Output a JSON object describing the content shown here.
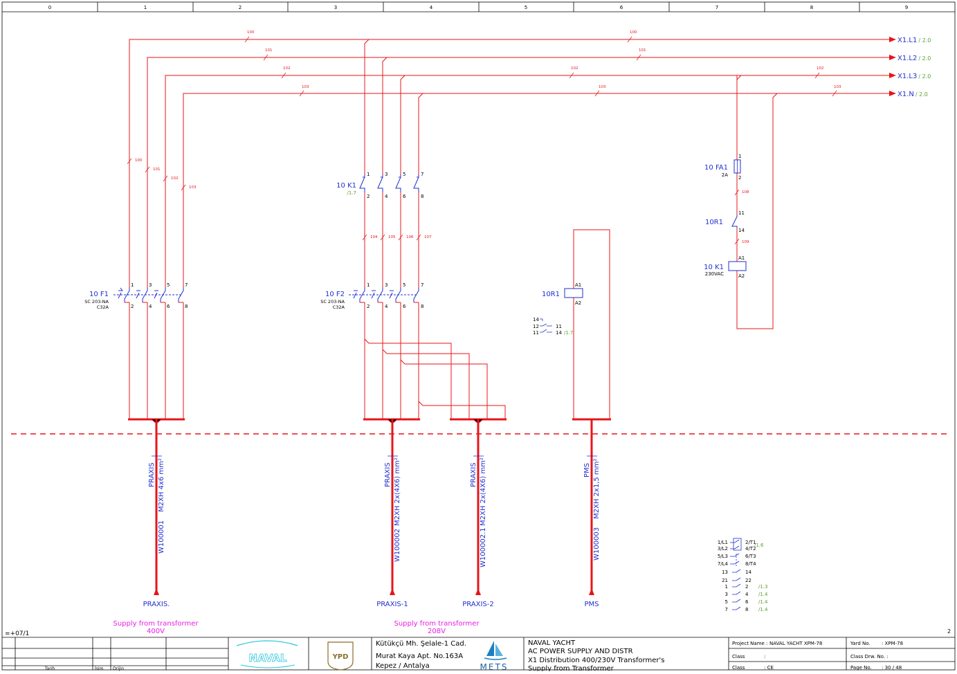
{
  "frame": {
    "columns": [
      "0",
      "1",
      "2",
      "3",
      "4",
      "5",
      "6",
      "7",
      "8",
      "9"
    ],
    "location_code": "=+07/1",
    "page_number": "2"
  },
  "bus": {
    "outputs": [
      {
        "label": "X1.L1",
        "ref": "/ 2.0"
      },
      {
        "label": "X1.L2",
        "ref": "/ 2.0"
      },
      {
        "label": "X1.L3",
        "ref": "/ 2.0"
      },
      {
        "label": "X1.N",
        "ref": "/ 2.0"
      }
    ],
    "wire_numbers": [
      "100",
      "101",
      "102",
      "103"
    ],
    "wire_numbers_k1": [
      "104",
      "105",
      "106",
      "107"
    ],
    "wire_numbers_control": [
      "108",
      "109"
    ]
  },
  "f1": {
    "label": "10 F1",
    "type": "SC 203-NA",
    "rating": "C32A",
    "pins_top": [
      "1",
      "3",
      "5",
      "7"
    ],
    "pins_bottom": [
      "2",
      "4",
      "6",
      "8"
    ]
  },
  "f2": {
    "label": "10 F2",
    "type": "SC 203-NA",
    "rating": "C32A",
    "pins_top": [
      "1",
      "3",
      "5",
      "7"
    ],
    "pins_bottom": [
      "2",
      "4",
      "6",
      "8"
    ]
  },
  "k1_main": {
    "label": "10 K1",
    "ref": "/1.7",
    "pins_top": [
      "1",
      "3",
      "5",
      "7"
    ],
    "pins_bottom": [
      "2",
      "4",
      "6",
      "8"
    ]
  },
  "r1_coil": {
    "label": "10R1",
    "a1": "A1",
    "a2": "A2",
    "contacts": [
      {
        "left": "14",
        "right": ""
      },
      {
        "left": "12",
        "right": "11"
      },
      {
        "left": "11",
        "right": "14",
        "ref": "/1.7"
      }
    ]
  },
  "fa1": {
    "label": "10 FA1",
    "rating": "2A",
    "pin_top": "1",
    "pin_bottom": "2"
  },
  "r1_contact": {
    "label": "10R1",
    "pin_top": "11",
    "pin_bottom": "14"
  },
  "k1_coil": {
    "label": "10 K1",
    "voltage": "230VAC",
    "a1": "A1",
    "a2": "A2",
    "contacts": [
      {
        "left": "1/L1",
        "right": "2/T1",
        "ref": "/1.6"
      },
      {
        "left": "3/L2",
        "right": "4/T2"
      },
      {
        "left": "5/L3",
        "right": "6/T3"
      },
      {
        "left": "7/L4",
        "right": "8/T4"
      },
      {
        "left": "13",
        "right": "14"
      },
      {
        "left": "21",
        "right": "22"
      },
      {
        "left": "1",
        "right": "2",
        "ref": "/1.3"
      },
      {
        "left": "3",
        "right": "4",
        "ref": "/1.4"
      },
      {
        "left": "5",
        "right": "6",
        "ref": "/1.4"
      },
      {
        "left": "7",
        "right": "8",
        "ref": "/1.4"
      }
    ]
  },
  "cables": [
    {
      "type": "PRAXIS",
      "spec": "M2XH 4x6 mm²",
      "id": "W100001",
      "destination": "PRAXIS."
    },
    {
      "type": "PRAXIS",
      "spec": "M2XH 2x(4X6) mm²",
      "id": "W100002",
      "destination": "PRAXIS-1"
    },
    {
      "type": "PRAXIS",
      "spec": "M2XH 2x(4X6) mm²",
      "id": "W100002.1",
      "destination": "PRAXIS-2"
    },
    {
      "type": "PMS",
      "spec": "M2XH 2x1,5 mm²",
      "id": "W100003",
      "destination": "PMS"
    }
  ],
  "supply_notes": [
    {
      "line1": "Supply from transformer",
      "line2": "400V"
    },
    {
      "line1": "Supply from transformer",
      "line2": "208V"
    }
  ],
  "title_block": {
    "left_headers": [
      "Tarih",
      "İsim",
      "Orijin"
    ],
    "address": [
      "Kütükçü Mh. Şelale-1 Cad.",
      "Murat Kaya Apt. No.163A",
      "Kepez  / Antalya"
    ],
    "logo_naval": "NAVAL",
    "logo_ypd": "YPD",
    "logo_mets": "METS",
    "description": [
      "NAVAL YACHT",
      "AC POWER SUPPLY AND DISTR",
      "X1 Distribution 400/230V Transformer's",
      "Supply from Transformer"
    ],
    "project_name_label": "Project Name :",
    "project_name": "NAVAL YACHT  XPM-78",
    "class_label": "Class",
    "class_value_1": ":",
    "class_value_2": ": CE",
    "yard_no_label": "Yard No.",
    "yard_no": ": XPM-78",
    "class_drw_label": "Class Drw. No. :",
    "page_no_label": "Page No.",
    "page_no": ":      30 / 48"
  },
  "colors": {
    "wire": "#e8141a",
    "symbol": "#1f2fcf",
    "reference": "#5a9e2f",
    "note": "#e61ee6"
  }
}
